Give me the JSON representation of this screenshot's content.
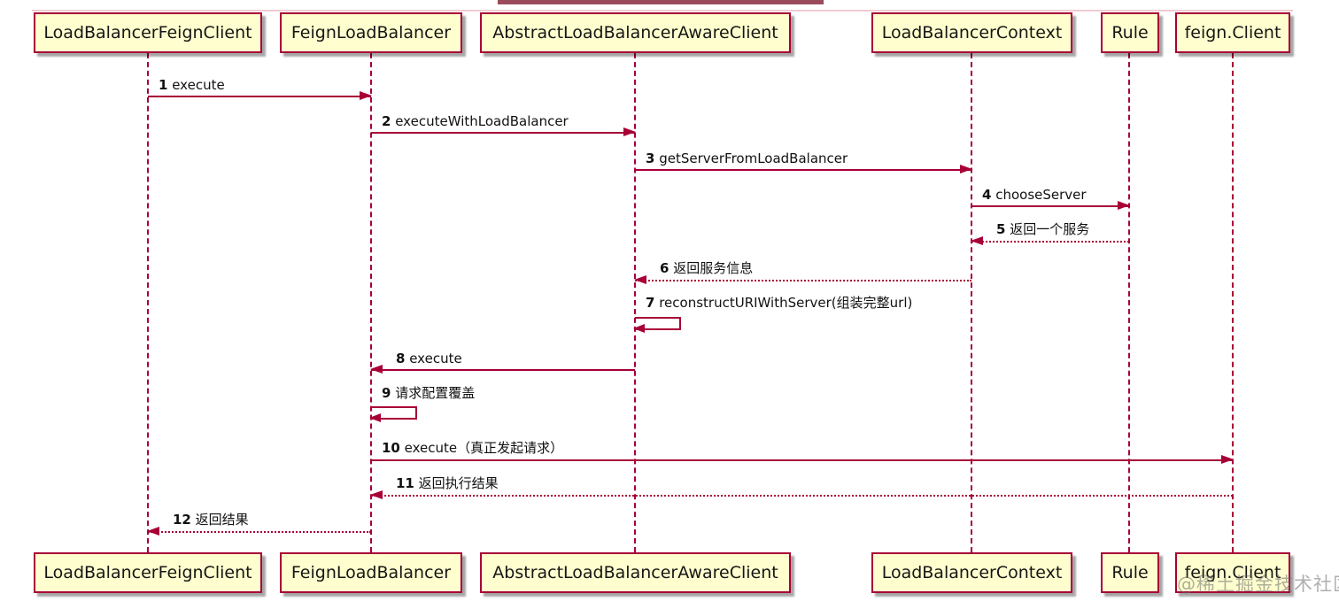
{
  "diagram": {
    "type": "sequence-diagram",
    "participants": [
      {
        "label": "LoadBalancerFeignClient"
      },
      {
        "label": "FeignLoadBalancer"
      },
      {
        "label": "AbstractLoadBalancerAwareClient"
      },
      {
        "label": "LoadBalancerContext"
      },
      {
        "label": "Rule"
      },
      {
        "label": "feign.Client"
      }
    ],
    "messages": [
      {
        "num": "1",
        "text": "execute",
        "from": "LoadBalancerFeignClient",
        "to": "FeignLoadBalancer",
        "style": "solid"
      },
      {
        "num": "2",
        "text": "executeWithLoadBalancer",
        "from": "FeignLoadBalancer",
        "to": "AbstractLoadBalancerAwareClient",
        "style": "solid"
      },
      {
        "num": "3",
        "text": "getServerFromLoadBalancer",
        "from": "AbstractLoadBalancerAwareClient",
        "to": "LoadBalancerContext",
        "style": "solid"
      },
      {
        "num": "4",
        "text": "chooseServer",
        "from": "LoadBalancerContext",
        "to": "Rule",
        "style": "solid"
      },
      {
        "num": "5",
        "text": "返回一个服务",
        "from": "Rule",
        "to": "LoadBalancerContext",
        "style": "dotted-return"
      },
      {
        "num": "6",
        "text": "返回服务信息",
        "from": "LoadBalancerContext",
        "to": "AbstractLoadBalancerAwareClient",
        "style": "dotted-return"
      },
      {
        "num": "7",
        "text": "reconstructURIWithServer(组装完整url)",
        "from": "AbstractLoadBalancerAwareClient",
        "to": "AbstractLoadBalancerAwareClient",
        "style": "self"
      },
      {
        "num": "8",
        "text": "execute",
        "from": "AbstractLoadBalancerAwareClient",
        "to": "FeignLoadBalancer",
        "style": "solid"
      },
      {
        "num": "9",
        "text": "请求配置覆盖",
        "from": "FeignLoadBalancer",
        "to": "FeignLoadBalancer",
        "style": "self"
      },
      {
        "num": "10",
        "text": "execute（真正发起请求）",
        "from": "FeignLoadBalancer",
        "to": "feign.Client",
        "style": "solid"
      },
      {
        "num": "11",
        "text": "返回执行结果",
        "from": "feign.Client",
        "to": "FeignLoadBalancer",
        "style": "dotted-return"
      },
      {
        "num": "12",
        "text": "返回结果",
        "from": "FeignLoadBalancer",
        "to": "LoadBalancerFeignClient",
        "style": "dotted-return"
      }
    ],
    "watermark": "@稀土掘金技术社区",
    "colors": {
      "box_fill": "#fefece",
      "line": "#a80036",
      "text": "#111111",
      "watermark": "#6e6e6e",
      "background": "#ffffff"
    }
  }
}
